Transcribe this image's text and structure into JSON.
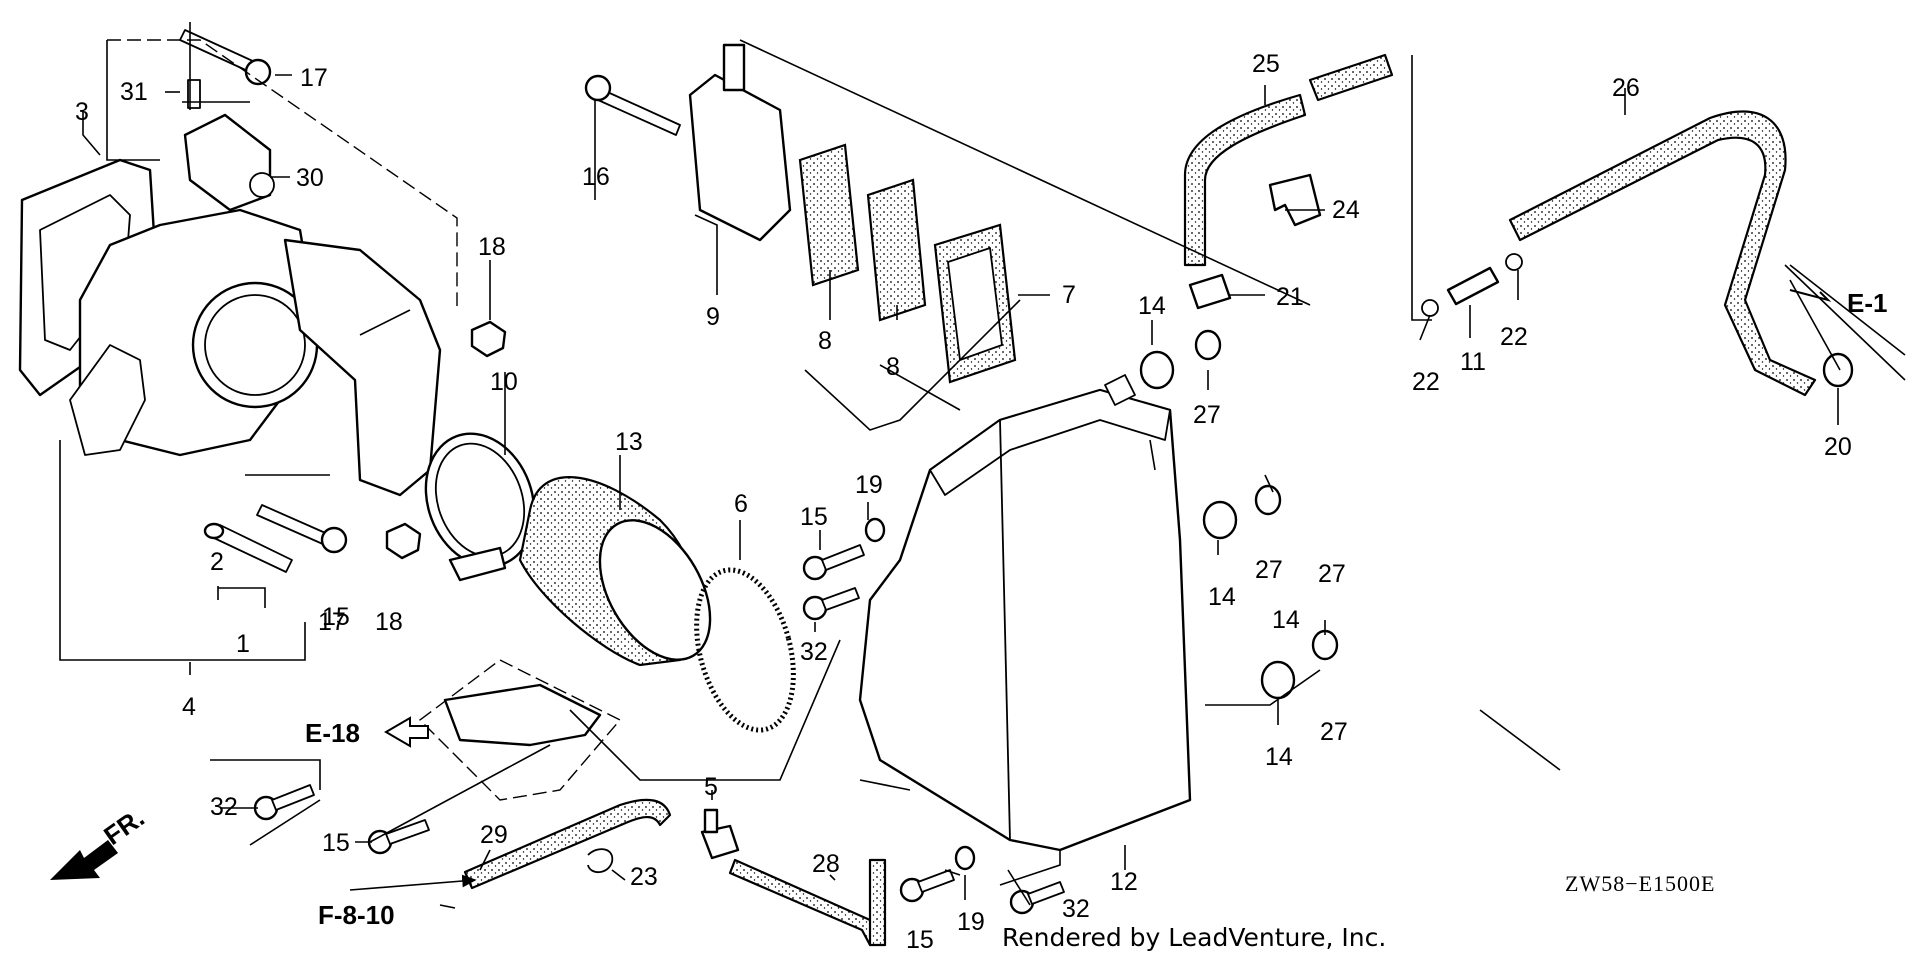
{
  "diagram": {
    "diagram_code": "ZW58−E1500E",
    "credit": "Rendered by LeadVenture, Inc.",
    "references": {
      "e18": "E-18",
      "e1": "E-1",
      "f810": "F-8-10",
      "front": "FR."
    },
    "callouts": [
      "1",
      "2",
      "3",
      "4",
      "5",
      "6",
      "7",
      "8",
      "8",
      "9",
      "10",
      "11",
      "12",
      "13",
      "14",
      "14",
      "14",
      "14",
      "15",
      "15",
      "15",
      "15",
      "16",
      "17",
      "17",
      "18",
      "18",
      "19",
      "19",
      "20",
      "21",
      "22",
      "22",
      "23",
      "24",
      "25",
      "26",
      "27",
      "27",
      "27",
      "27",
      "28",
      "29",
      "30",
      "31",
      "32",
      "32",
      "32"
    ]
  }
}
